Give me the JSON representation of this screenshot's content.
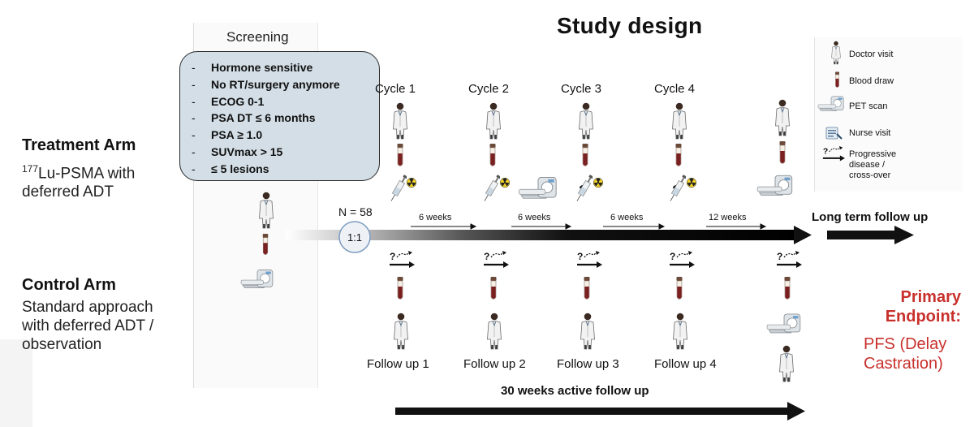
{
  "title": "Study design",
  "screening": {
    "label": "Screening",
    "criteria": [
      "Hormone sensitive",
      "No RT/surgery anymore",
      "ECOG 0-1",
      "PSA DT ≤ 6 months",
      "PSA ≥ 1.0",
      "SUVmax > 15",
      "≤ 5 lesions"
    ],
    "bullet": "-"
  },
  "treatment_arm": {
    "title": "Treatment Arm",
    "desc_sup": "177",
    "desc_line1_rest": "Lu-PSMA with",
    "desc_line2": "deferred ADT"
  },
  "control_arm": {
    "title": "Control Arm",
    "desc_lines": [
      "Standard approach",
      "with deferred ADT /",
      "observation"
    ]
  },
  "randomization": {
    "n": "N = 58",
    "ratio": "1:1"
  },
  "cycles": [
    "Cycle 1",
    "Cycle 2",
    "Cycle 3",
    "Cycle 4"
  ],
  "intervals": [
    "6 weeks",
    "6 weeks",
    "6 weeks",
    "12 weeks"
  ],
  "long_term": "Long term follow up",
  "follow_ups": [
    "Follow up 1",
    "Follow up 2",
    "Follow up 3",
    "Follow up 4"
  ],
  "active_follow_up": "30 weeks active follow up",
  "primary_endpoint": {
    "title_lines": [
      "Primary",
      "Endpoint:"
    ],
    "desc_lines": [
      "PFS (Delay",
      "Castration)"
    ]
  },
  "legend": {
    "doctor": "Doctor visit",
    "blood": "Blood draw",
    "pet": "PET scan",
    "nurse": "Nurse visit",
    "progressive_lines": [
      "Progressive",
      "disease /",
      "cross-over"
    ]
  },
  "colors": {
    "endpoint_red": "#c8302c",
    "box_fill": "#d3dee6",
    "blood_red": "#7a2020",
    "arrow_black": "#111111"
  },
  "icons": [
    "doctor-icon",
    "blood-tube-icon",
    "pet-scanner-icon",
    "syringe-icon",
    "radiation-icon",
    "question-arrow-icon",
    "nurse-icon"
  ]
}
